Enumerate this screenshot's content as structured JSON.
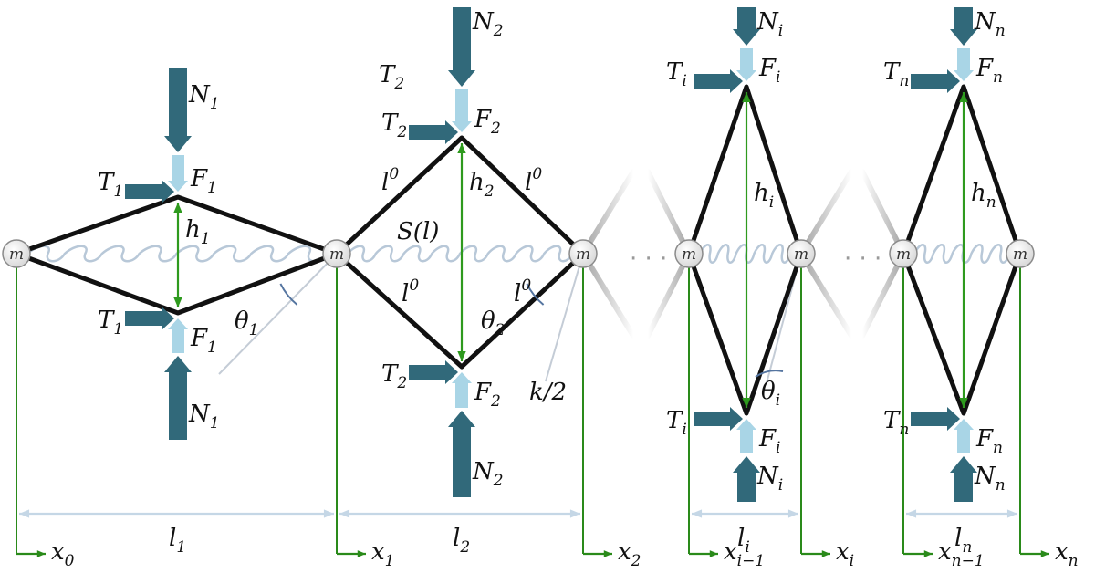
{
  "mass_label": "m",
  "ellipsis": "· · ·",
  "colors": {
    "frame": "#111111",
    "spring": "#b8c8d8",
    "normal_arrow": "#31697a",
    "force_arrow": "#a9d5e6",
    "height_arrow": "#2e9a1e",
    "axis": "#2a8a1a",
    "length_dim": "#c5d7e6",
    "angle_arc": "#5575a0"
  },
  "cells": [
    {
      "N": {
        "base": "N",
        "sub": "1"
      },
      "T": {
        "base": "T",
        "sub": "1"
      },
      "F": {
        "base": "F",
        "sub": "1"
      },
      "h": {
        "base": "h",
        "sub": "1"
      },
      "theta": {
        "base": "θ",
        "sub": "1"
      },
      "l": {
        "base": "l",
        "sub": "1"
      },
      "x_left": {
        "base": "x",
        "sub": "0"
      },
      "x_right": {
        "base": "x",
        "sub": "1"
      },
      "spring_label": "",
      "edge_label": "",
      "spring_constant_label": ""
    },
    {
      "N": {
        "base": "N",
        "sub": "2"
      },
      "T": {
        "base": "T",
        "sub": "2"
      },
      "F": {
        "base": "F",
        "sub": "2"
      },
      "h": {
        "base": "h",
        "sub": "2"
      },
      "theta": {
        "base": "θ",
        "sub": "2"
      },
      "l": {
        "base": "l",
        "sub": "2"
      },
      "x_left": {
        "base": "x",
        "sub": "1"
      },
      "x_right": {
        "base": "x",
        "sub": "2"
      },
      "spring_label": "S(l)",
      "edge_label": {
        "base": "l",
        "sup": "0"
      },
      "spring_constant_label": "k/2"
    },
    {
      "N": {
        "base": "N",
        "sub": "i"
      },
      "T": {
        "base": "T",
        "sub": "i"
      },
      "F": {
        "base": "F",
        "sub": "i"
      },
      "h": {
        "base": "h",
        "sub": "i"
      },
      "theta": {
        "base": "θ",
        "sub": "i"
      },
      "l": {
        "base": "l",
        "sub": "i"
      },
      "x_left": {
        "base": "x",
        "sub": "i−1"
      },
      "x_right": {
        "base": "x",
        "sub": "i"
      },
      "spring_label": "",
      "edge_label": "",
      "spring_constant_label": ""
    },
    {
      "N": {
        "base": "N",
        "sub": "n"
      },
      "T": {
        "base": "T",
        "sub": "n"
      },
      "F": {
        "base": "F",
        "sub": "n"
      },
      "h": {
        "base": "h",
        "sub": "n"
      },
      "theta": {
        "base": "",
        "sub": ""
      },
      "l": {
        "base": "l",
        "sub": "n"
      },
      "x_left": {
        "base": "x",
        "sub": "n−1"
      },
      "x_right": {
        "base": "x",
        "sub": "n"
      },
      "spring_label": "",
      "edge_label": "",
      "spring_constant_label": ""
    }
  ]
}
